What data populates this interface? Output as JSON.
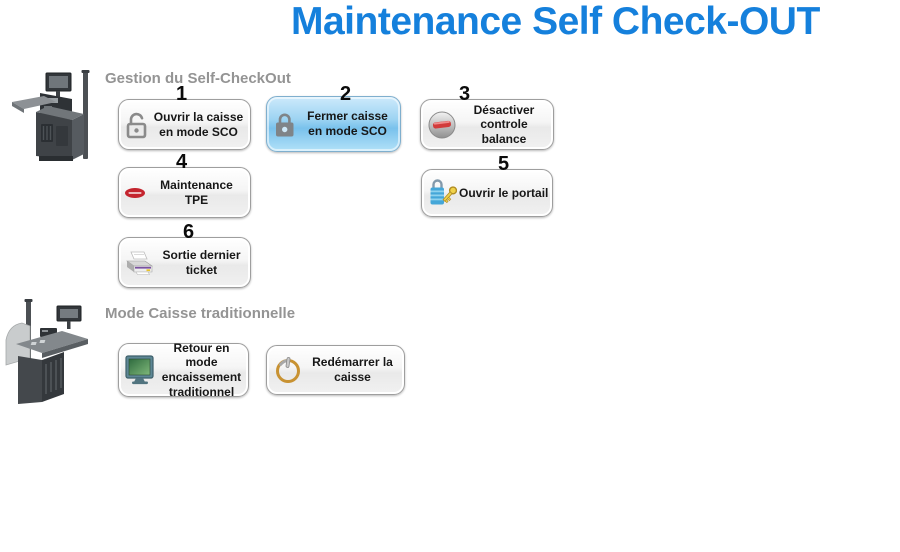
{
  "title": "Maintenance Self Check-OUT",
  "colors": {
    "title_blue": "#1580dc",
    "section_gray": "#949494",
    "selected_button_blue": "#8ecbee",
    "button_border": "#9e9e9e"
  },
  "images": [
    {
      "name": "self-checkout-machine-image"
    },
    {
      "name": "traditional-checkout-machine-image"
    }
  ],
  "sections": [
    {
      "label": "Gestion du Self-CheckOut",
      "buttons": [
        {
          "number": "1",
          "label": "Ouvrir la caisse en mode SCO",
          "icon": "open-padlock-icon",
          "selected": false
        },
        {
          "number": "2",
          "label": "Fermer caisse en mode SCO",
          "icon": "closed-padlock-icon",
          "selected": true
        },
        {
          "number": "3",
          "label": "Désactiver controle balance",
          "icon": "disable-balance-icon",
          "selected": false
        },
        {
          "number": "4",
          "label": "Maintenance TPE",
          "icon": "tpe-terminal-logo-icon",
          "selected": false
        },
        {
          "number": "5",
          "label": "Ouvrir le portail",
          "icon": "key-and-lock-icon",
          "selected": false
        },
        {
          "number": "6",
          "label": "Sortie dernier ticket",
          "icon": "printer-icon",
          "selected": false
        }
      ]
    },
    {
      "label": "Mode Caisse traditionnelle",
      "buttons": [
        {
          "label": "Retour en mode encaissement traditionnel",
          "icon": "monitor-icon",
          "selected": false
        },
        {
          "label": "Redémarrer la caisse",
          "icon": "power-icon",
          "selected": false
        }
      ]
    }
  ]
}
